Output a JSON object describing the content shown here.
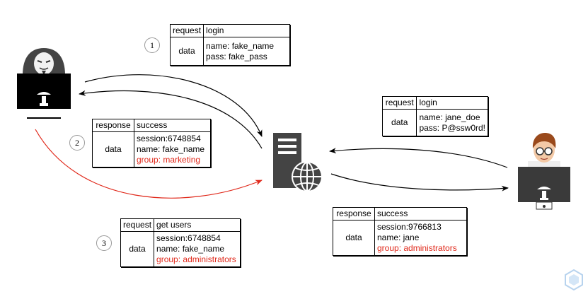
{
  "colors": {
    "stolen": "#e0281a",
    "arrow": "#000000"
  },
  "steps": {
    "s1": "1",
    "s2": "2",
    "s3": "3"
  },
  "attacker_login": {
    "key_top": "request",
    "val_top": "login",
    "key_bottom": "data",
    "lines": [
      "name: fake_name",
      "pass: fake_pass"
    ]
  },
  "attacker_response": {
    "key_top": "response",
    "val_top": "success",
    "key_bottom": "data",
    "lines": [
      "session:6748854",
      "name: fake_name"
    ],
    "red_line": "group: marketing"
  },
  "attacker_get_users": {
    "key_top": "request",
    "val_top": "get users",
    "key_bottom": "data",
    "lines": [
      "session:6748854",
      "name: fake_name"
    ],
    "red_line": "group: administrators"
  },
  "victim_login": {
    "key_top": "request",
    "val_top": "login",
    "key_bottom": "data",
    "lines": [
      "name: jane_doe",
      "pass: P@ssw0rd!"
    ]
  },
  "victim_response": {
    "key_top": "response",
    "val_top": "success",
    "key_bottom": "data",
    "lines": [
      "session:9766813",
      "name: jane"
    ],
    "red_line": "group: administrators"
  },
  "icons": [
    "hacker-icon",
    "server-globe-icon",
    "user-icon",
    "logo-icon"
  ]
}
